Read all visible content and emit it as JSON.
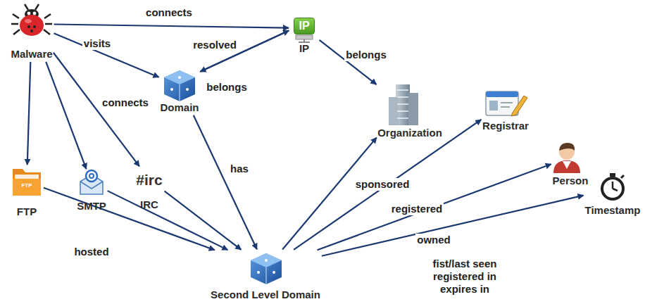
{
  "diagram": {
    "nodes": [
      {
        "text": [
          "Malware"
        ]
      },
      {
        "text": [
          "IP",
          "IP"
        ]
      },
      {
        "text": [
          "Domain"
        ]
      },
      {
        "text": [
          "Organization"
        ]
      },
      {
        "text": [
          "Registrar"
        ]
      },
      {
        "text": [
          "Person"
        ]
      },
      {
        "text": [
          "Timestamp"
        ]
      },
      {
        "text": [
          "FTP",
          "FTP"
        ]
      },
      {
        "text": [
          "SMTP"
        ]
      },
      {
        "text": [
          "#irc",
          "IRC"
        ]
      },
      {
        "text": [
          "Second Level Domain"
        ]
      }
    ],
    "edges": [
      {
        "from": 0,
        "to": 1,
        "arrow": "to",
        "label": "connects"
      },
      {
        "from": 0,
        "to": 2,
        "arrow": "to",
        "label": "visits"
      },
      {
        "from": 2,
        "to": 1,
        "arrow": "to",
        "label": "resolved"
      },
      {
        "from": 1,
        "to": 2,
        "arrow": "to",
        "label": "belongs"
      },
      {
        "from": 1,
        "to": 3,
        "arrow": "to",
        "label": "belongs"
      },
      {
        "from": 0,
        "to": 7,
        "arrow": "to"
      },
      {
        "from": 0,
        "to": 8,
        "arrow": "to"
      },
      {
        "from": 0,
        "to": 9,
        "arrow": "to",
        "label": "connects"
      },
      {
        "from": 2,
        "to": 10,
        "arrow": "to",
        "label": "has"
      },
      {
        "from": 7,
        "to": 10,
        "arrow": "to",
        "label": "hosted"
      },
      {
        "from": 8,
        "to": 10,
        "arrow": "to"
      },
      {
        "from": 9,
        "to": 10,
        "arrow": "to"
      },
      {
        "from": 10,
        "to": 3,
        "arrow": "to",
        "label": "sponsored"
      },
      {
        "from": 10,
        "to": 4,
        "arrow": "to",
        "label": "registered"
      },
      {
        "from": 10,
        "to": 5,
        "arrow": "to",
        "label": "owned"
      },
      {
        "from": 10,
        "to": 6,
        "arrow": "to",
        "label": "fist/last seen registered in expires in"
      }
    ]
  }
}
